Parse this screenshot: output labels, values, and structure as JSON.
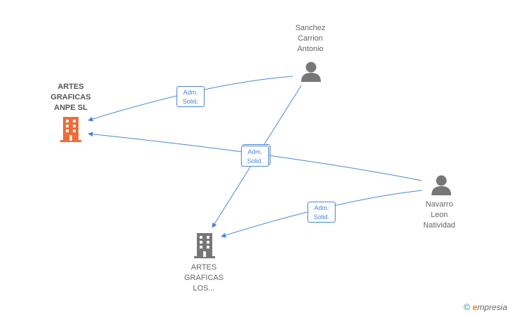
{
  "nodes": {
    "artes_anpe": {
      "label": [
        "ARTES",
        "GRAFICAS",
        "ANPE SL"
      ],
      "type": "company",
      "color": "#f26a36"
    },
    "artes_los": {
      "label": [
        "ARTES",
        "GRAFICAS",
        "LOS..."
      ],
      "type": "company",
      "color": "#777777"
    },
    "sanchez": {
      "label": [
        "Sanchez",
        "Carrion",
        "Antonio"
      ],
      "type": "person",
      "color": "#777777"
    },
    "navarro": {
      "label": [
        "Navarro",
        "Leon",
        "Natividad"
      ],
      "type": "person",
      "color": "#777777"
    }
  },
  "edges": [
    {
      "from": "sanchez",
      "to": "artes_anpe",
      "label": [
        "Adm.",
        "Solid."
      ]
    },
    {
      "from": "navarro",
      "to": "artes_anpe",
      "label": [
        "Adm.",
        "Solid."
      ]
    },
    {
      "from": "sanchez",
      "to": "artes_los",
      "label": [
        "Adm.",
        "Solid."
      ]
    },
    {
      "from": "navarro",
      "to": "artes_los",
      "label": [
        "Adm.",
        "Solid."
      ]
    }
  ],
  "colors": {
    "edge": "#4a86d0"
  },
  "brand": {
    "copyright": "©",
    "e": "e",
    "rest": "mpresia"
  }
}
